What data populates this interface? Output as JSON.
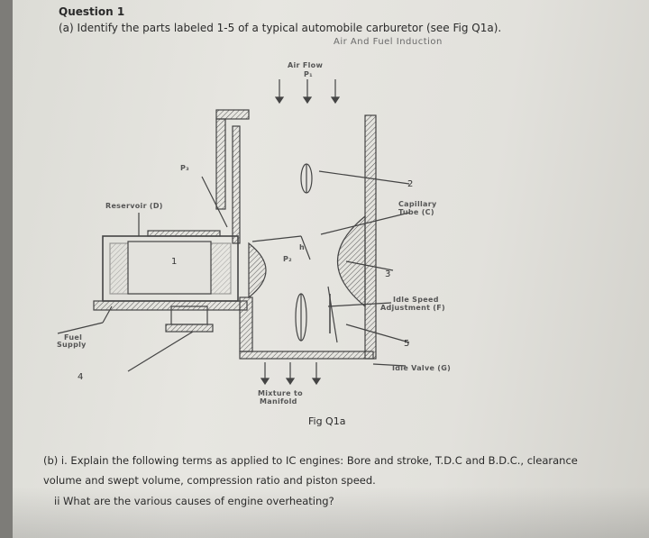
{
  "question": {
    "title": "Question 1",
    "part_a": "(a) Identify the parts labeled 1-5 of a typical automobile carburetor (see Fig Q1a).",
    "part_b_line1": "(b) i. Explain the following terms as applied to IC engines: Bore and stroke, T.D.C and B.D.C., clearance",
    "part_b_line2": "volume and swept volume, compression ratio and piston speed.",
    "part_b_line3": "ii What are the various causes of engine overheating?"
  },
  "figure": {
    "title": "Air And Fuel Induction",
    "caption": "Fig Q1a",
    "labels": {
      "air_flow": "Air Flow",
      "p1": "P₁",
      "p3": "P₃",
      "p2": "P₂",
      "reservoir": "Reservoir (D)",
      "capillary_1": "Capillary",
      "capillary_2": "Tube (C)",
      "idle_speed_1": "Idle Speed",
      "idle_speed_2": "Adjustment (F)",
      "fuel_1": "Fuel",
      "fuel_2": "Supply",
      "idle_valve": "Idle Valve (G)",
      "mixture_1": "Mixture to",
      "mixture_2": "Manifold",
      "h": "h"
    },
    "part_numbers": [
      "1",
      "2",
      "3",
      "4",
      "5"
    ]
  }
}
